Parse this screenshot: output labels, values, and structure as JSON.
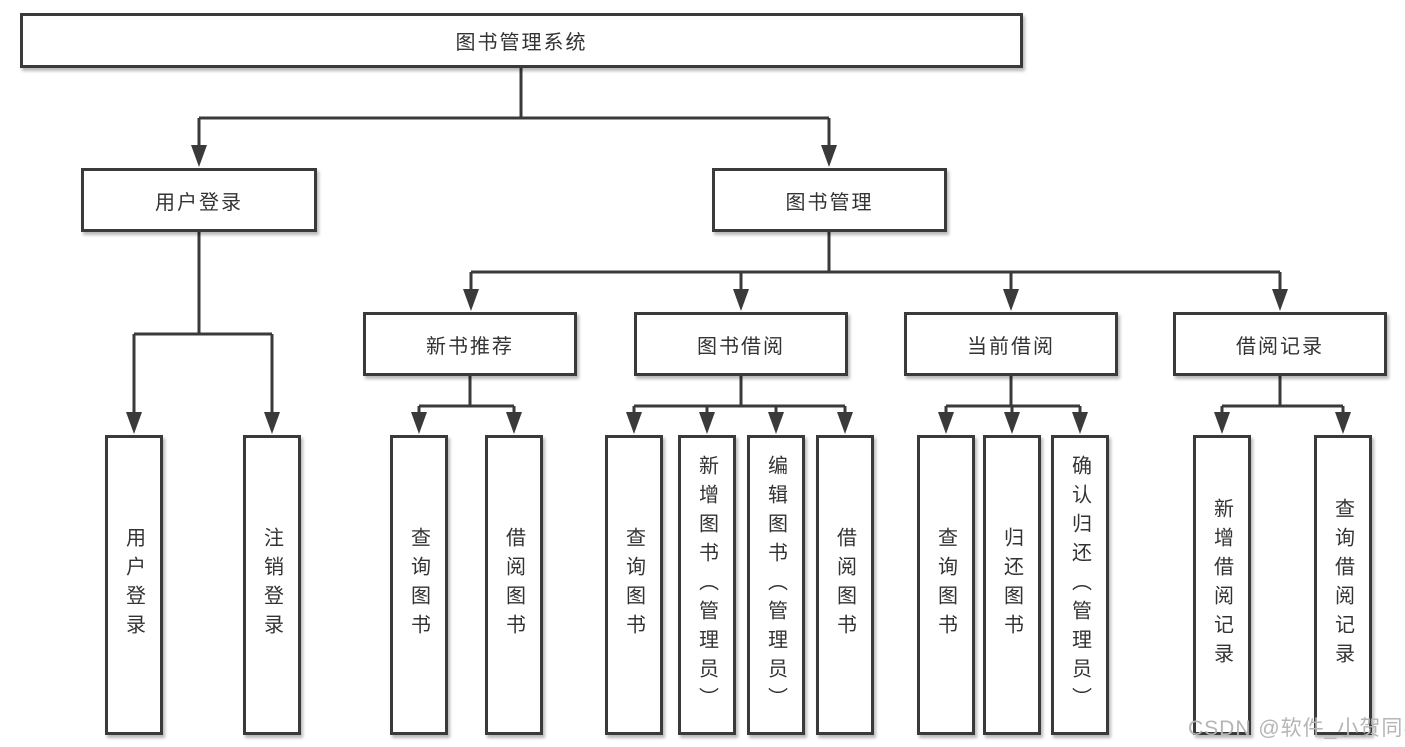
{
  "diagram": {
    "root": {
      "label": "图书管理系统"
    },
    "level2": [
      {
        "label": "用户登录"
      },
      {
        "label": "图书管理"
      }
    ],
    "level3": [
      {
        "label": "新书推荐",
        "parent": "图书管理"
      },
      {
        "label": "图书借阅",
        "parent": "图书管理"
      },
      {
        "label": "当前借阅",
        "parent": "图书管理"
      },
      {
        "label": "借阅记录",
        "parent": "图书管理"
      }
    ],
    "leaves": [
      {
        "label": "用户登录",
        "parent": "用户登录"
      },
      {
        "label": "注销登录",
        "parent": "用户登录"
      },
      {
        "label": "查询图书",
        "parent": "新书推荐"
      },
      {
        "label": "借阅图书",
        "parent": "新书推荐"
      },
      {
        "label": "查询图书",
        "parent": "图书借阅"
      },
      {
        "label": "新增图书（管理员）",
        "parent": "图书借阅"
      },
      {
        "label": "编辑图书（管理员）",
        "parent": "图书借阅"
      },
      {
        "label": "借阅图书",
        "parent": "图书借阅"
      },
      {
        "label": "查询图书",
        "parent": "当前借阅"
      },
      {
        "label": "归还图书",
        "parent": "当前借阅"
      },
      {
        "label": "确认归还（管理员）",
        "parent": "当前借阅"
      },
      {
        "label": "新增借阅记录",
        "parent": "借阅记录"
      },
      {
        "label": "查询借阅记录",
        "parent": "借阅记录"
      }
    ]
  },
  "watermark": "CSDN @软件_小贺同学",
  "colors": {
    "line": "#3a3a3a",
    "box_border": "#3a3a3a",
    "text": "#333333",
    "watermark": "#b5b5b5",
    "background": "#ffffff"
  }
}
